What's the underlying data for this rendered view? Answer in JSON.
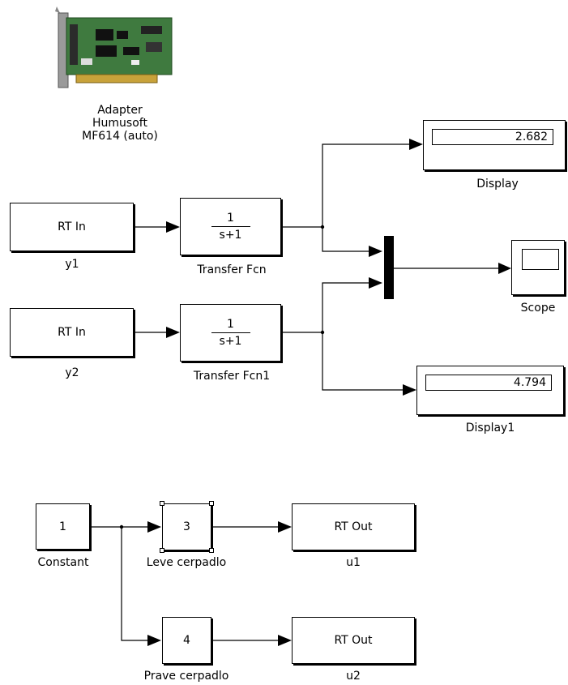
{
  "adapter": {
    "line1": "Adapter",
    "line2": "Humusoft",
    "line3": "MF614 (auto)",
    "icon": "pci-card-icon"
  },
  "blocks": {
    "rt_in_1": {
      "text": "RT In",
      "label": "y1"
    },
    "rt_in_2": {
      "text": "RT In",
      "label": "y2"
    },
    "tf_1": {
      "num": "1",
      "den": "s+1",
      "label": "Transfer Fcn"
    },
    "tf_2": {
      "num": "1",
      "den": "s+1",
      "label": "Transfer Fcn1"
    },
    "display_1": {
      "value": "2.682",
      "label": "Display"
    },
    "display_2": {
      "value": "4.794",
      "label": "Display1"
    },
    "scope": {
      "label": "Scope"
    },
    "constant": {
      "text": "1",
      "label": "Constant"
    },
    "gain_left": {
      "text": "3",
      "label": "Leve cerpadlo"
    },
    "gain_right": {
      "text": "4",
      "label": "Prave cerpadlo"
    },
    "rt_out_1": {
      "text": "RT Out",
      "label": "u1"
    },
    "rt_out_2": {
      "text": "RT Out",
      "label": "u2"
    }
  }
}
